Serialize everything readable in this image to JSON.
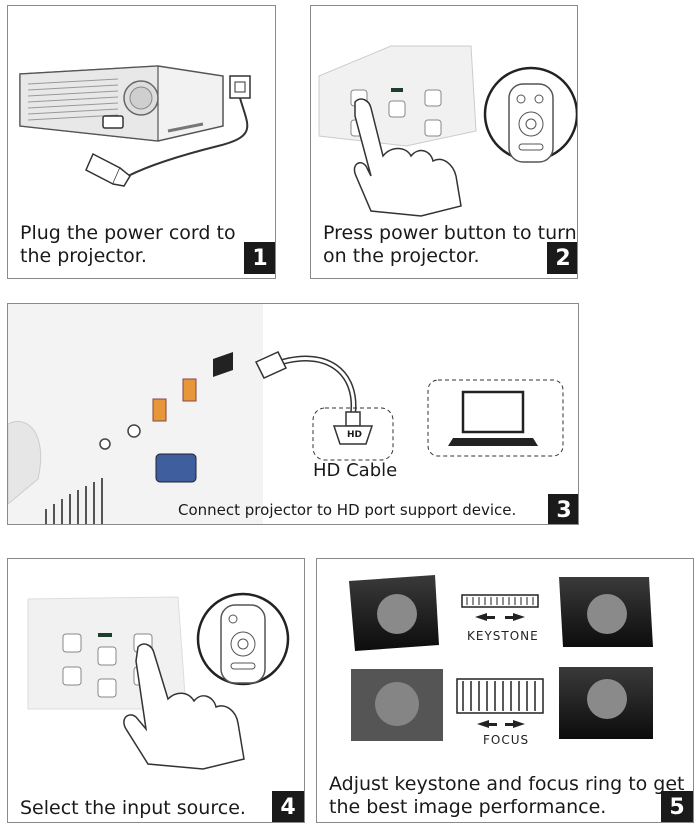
{
  "steps": [
    {
      "number": "1",
      "caption_line1": "Plug the power cord to",
      "caption_line2": "the projector."
    },
    {
      "number": "2",
      "caption_line1": "Press power button to turn",
      "caption_line2": "on the projector."
    },
    {
      "number": "3",
      "caption": "Connect projector to HD port support device.",
      "cable_label": "HD Cable",
      "connector_label": "HD"
    },
    {
      "number": "4",
      "caption": "Select the input source."
    },
    {
      "number": "5",
      "caption_line1": "Adjust keystone and focus ring to get",
      "caption_line2": "the best image performance.",
      "keystone_label": "KEYSTONE",
      "focus_label": "FOCUS"
    }
  ]
}
